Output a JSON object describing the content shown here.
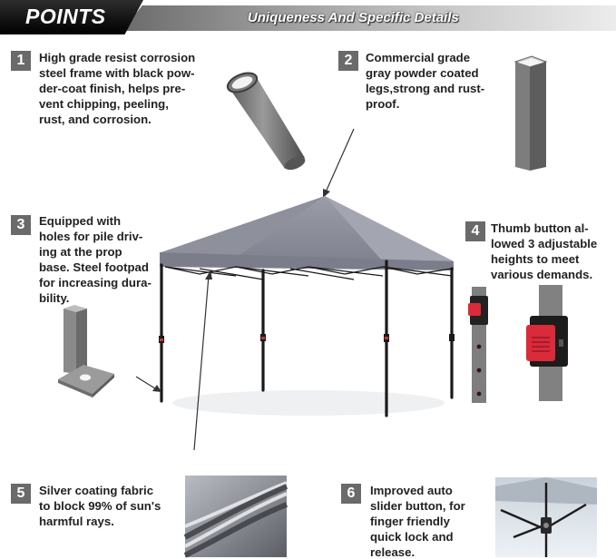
{
  "header": {
    "badge": "POINTS",
    "title": "Uniqueness And Specific Details"
  },
  "features": [
    {
      "number": "1",
      "lines": [
        "High grade resist corrosion",
        "steel frame with black pow-",
        "der-coat finish, helps pre-",
        "vent chipping, peeling,",
        "rust, and corrosion."
      ]
    },
    {
      "number": "2",
      "lines": [
        "Commercial grade",
        "gray powder coated",
        "legs,strong and rust-",
        "proof."
      ]
    },
    {
      "number": "3",
      "lines": [
        "Equipped with",
        "holes for pile driv-",
        "ing at the prop",
        "base. Steel footpad",
        "for increasing dura-",
        "bility."
      ]
    },
    {
      "number": "4",
      "lines": [
        "Thumb button al-",
        "lowed 3 adjustable",
        "heights to meet",
        "various demands."
      ]
    },
    {
      "number": "5",
      "lines": [
        "Silver coating fabric",
        "to block 99% of sun's",
        "harmful rays."
      ]
    },
    {
      "number": "6",
      "lines": [
        "Improved auto",
        "slider button, for",
        "finger friendly",
        "quick lock and",
        "release."
      ]
    }
  ],
  "colors": {
    "canopy_gray": "#878a96",
    "frame_black": "#1a1a1a",
    "leg_gray": "#808080",
    "button_red": "#d92b3a",
    "number_box": "#6a6a6a"
  }
}
